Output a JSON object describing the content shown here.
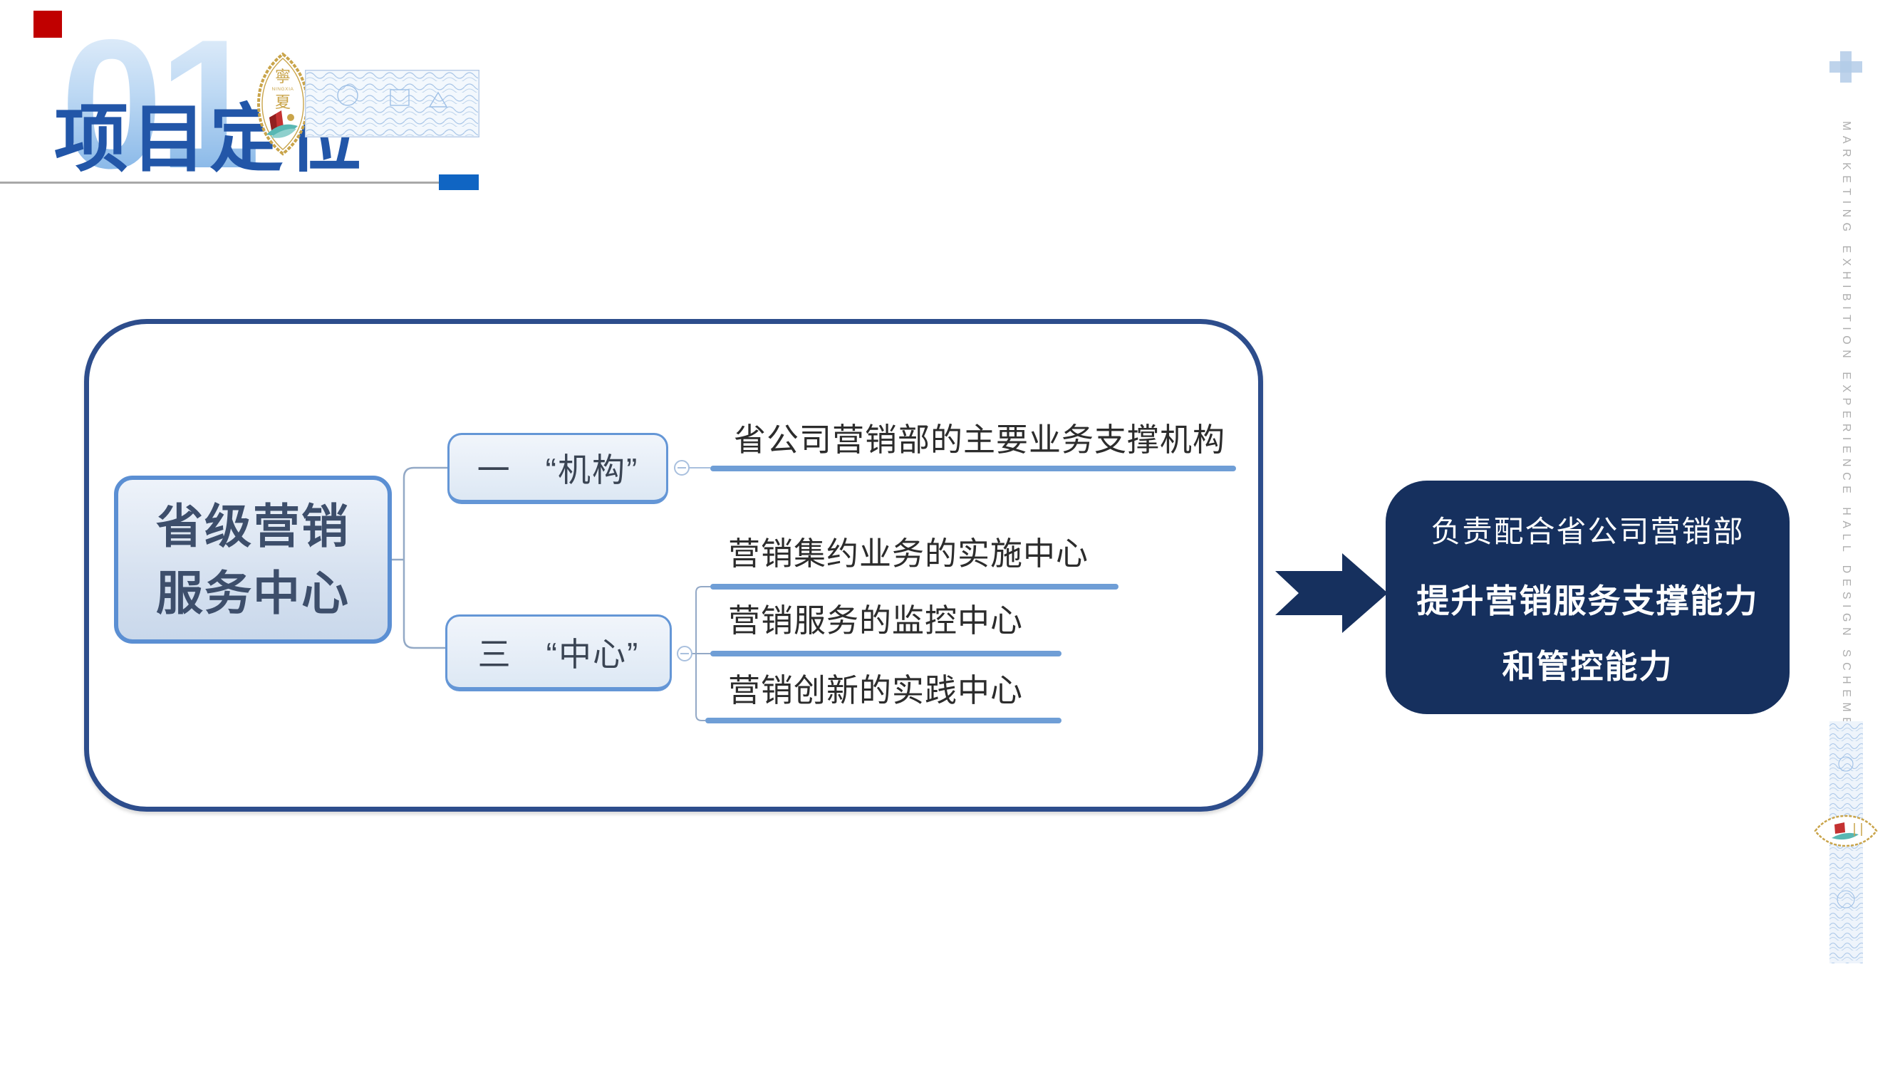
{
  "slide": {
    "section_number": "01",
    "title": "项目定位"
  },
  "badge": {
    "top_char": "寧",
    "latin": "NINGXIA",
    "bottom_char": "夏"
  },
  "mindmap": {
    "root": {
      "line1": "省级营销",
      "line2": "服务中心"
    },
    "branches": [
      {
        "label": "一　“机构”",
        "details": [
          "省公司营销部的主要业务支撑机构"
        ]
      },
      {
        "label": "三　“中心”",
        "details": [
          "营销集约业务的实施中心",
          "营销服务的监控中心",
          "营销创新的实践中心"
        ]
      }
    ]
  },
  "conclusion": {
    "line1": "负责配合省公司营销部",
    "line2": "提升营销服务支撑能力",
    "line3": "和管控能力"
  },
  "sidebar": {
    "caption": "MARKETING EXHIBITION EXPERIENCE HALL DESIGN SCHEME"
  },
  "colors": {
    "navy": "#16305e",
    "frame_border": "#2d4d8c",
    "steel_blue": "#6f9ed6",
    "title_blue": "#2256a8",
    "accent_blue": "#1065c3",
    "red_accent": "#c00000",
    "gold": "#c9a44a"
  }
}
